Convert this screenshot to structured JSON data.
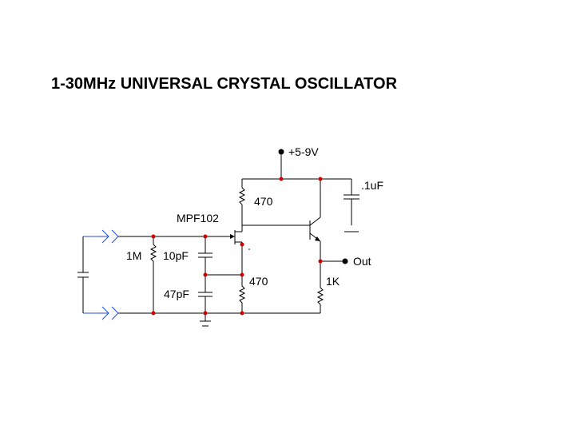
{
  "title": "1-30MHz UNIVERSAL CRYSTAL OSCILLATOR",
  "labels": {
    "supply": "+5-9V",
    "cap_bypass": ".1uF",
    "r_drain": "470",
    "fet": "MPF102",
    "r_gate": "1M",
    "c_gate": "10pF",
    "c_feedback": "47pF",
    "r_source": "470",
    "r_emitter": "1K",
    "output": "Out"
  }
}
